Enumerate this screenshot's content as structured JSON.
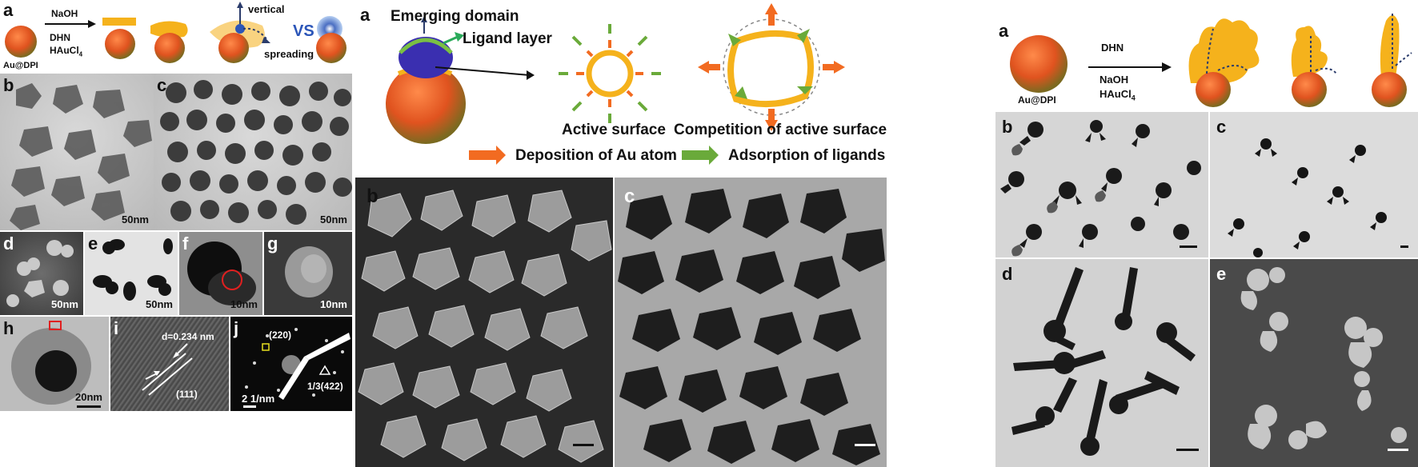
{
  "left_figure": {
    "scheme": {
      "label": "a",
      "arrow_top": "NaOH",
      "arrow_bottom_1": "DHN",
      "arrow_bottom_2": "HAuCl",
      "arrow_bottom_2_sub": "4",
      "seed_label": "Au@DPI",
      "vertical_label": "vertical",
      "spreading_label": "spreading",
      "vs_label": "VS"
    },
    "panels": [
      {
        "label": "b",
        "scale": "50nm"
      },
      {
        "label": "c",
        "scale": "50nm"
      },
      {
        "label": "d",
        "scale": "50nm"
      },
      {
        "label": "e",
        "scale": "50nm"
      },
      {
        "label": "f",
        "scale": "10nm"
      },
      {
        "label": "g",
        "scale": "10nm"
      },
      {
        "label": "h",
        "scale": "20nm"
      },
      {
        "label": "i",
        "d_spacing": "d=0.234 nm",
        "plane": "(111)"
      },
      {
        "label": "j",
        "spot_1": "(220)",
        "spot_2": "1/3(422)",
        "scale": "2 1/nm"
      }
    ]
  },
  "middle_figure": {
    "scheme": {
      "label": "a",
      "emerging_domain": "Emerging domain",
      "ligand_layer": "Ligand layer",
      "active_surface": "Active surface",
      "competition": "Competition of active surface",
      "legend_deposition": "Deposition of Au atom",
      "legend_adsorption": "Adsorption of ligands"
    },
    "panels": [
      {
        "label": "b"
      },
      {
        "label": "c"
      }
    ],
    "colors": {
      "orange": "#f26b21",
      "green": "#6aaa3a",
      "gold": "#f5b21c"
    }
  },
  "right_figure": {
    "scheme": {
      "label": "a",
      "arrow_top": "DHN",
      "arrow_bottom_1": "NaOH",
      "arrow_bottom_2": "HAuCl",
      "arrow_bottom_2_sub": "4",
      "seed_label": "Au@DPI"
    },
    "panels": [
      {
        "label": "b"
      },
      {
        "label": "c"
      },
      {
        "label": "d"
      },
      {
        "label": "e"
      }
    ]
  }
}
